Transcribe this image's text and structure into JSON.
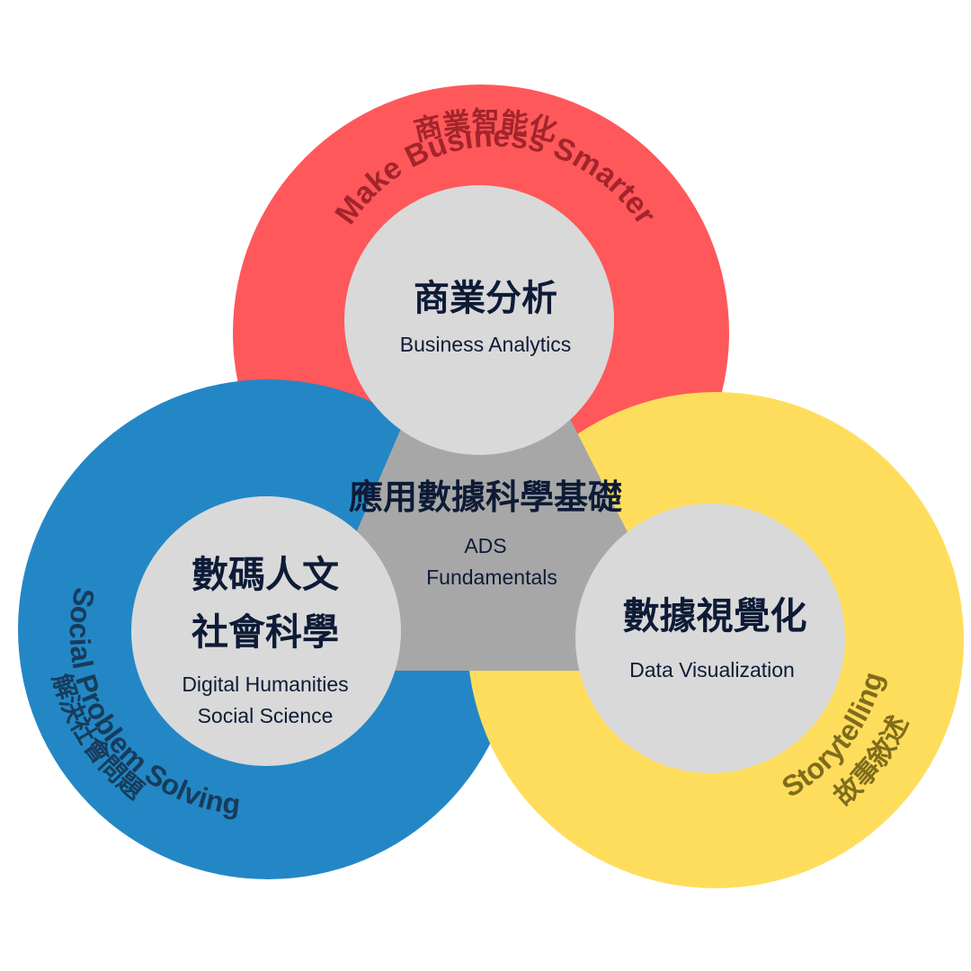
{
  "colors": {
    "red_ring": "#FF585A",
    "blue_ring": "#2387C6",
    "yellow_ring": "#FFDD5C",
    "inner_circle": "#D9D9D9",
    "triangle": "#A7A7A7",
    "navy_text": "#0E1B36",
    "red_label": "#A3242B",
    "blue_label": "#173C5B",
    "yellow_label": "#7F6C1C"
  },
  "center": {
    "title_zh": "應用數據科學基礎",
    "title_en_line1": "ADS",
    "title_en_line2": "Fundamentals"
  },
  "top": {
    "ring_zh": "商業智能化",
    "ring_en": "Make Business Smarter",
    "circle_zh": "商業分析",
    "circle_en": "Business Analytics"
  },
  "left": {
    "ring_zh": "解決社會問題",
    "ring_en": "Social Problem Solving",
    "circle_zh_line1": "數碼人文",
    "circle_zh_line2": "社會科學",
    "circle_en_line1": "Digital Humanities",
    "circle_en_line2": "Social Science"
  },
  "right": {
    "ring_zh": "故事敘述",
    "ring_en": "Storytelling",
    "circle_zh": "數據視覺化",
    "circle_en": "Data Visualization"
  }
}
